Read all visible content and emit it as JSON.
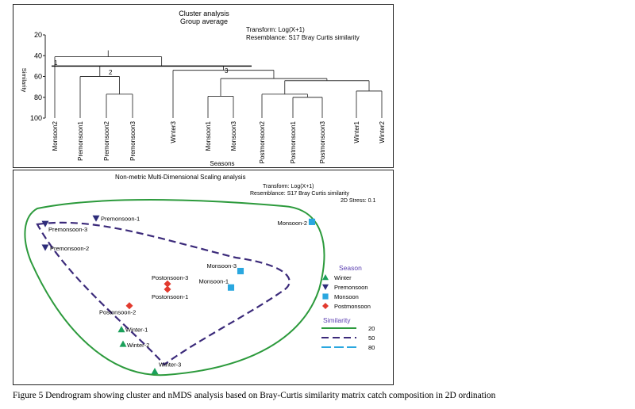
{
  "dendrogram": {
    "title": "Cluster analysis",
    "subtitle": "Group average",
    "transform": "Transform: Log(X+1)",
    "resemblance": "Resemblance: S17 Bray Curtis similarity",
    "ylabel": "Similarity",
    "xlabel": "Seasons",
    "yticks": [
      "20",
      "40",
      "60",
      "80",
      "100"
    ],
    "group_labels": [
      "1",
      "2",
      "3"
    ]
  },
  "nmds": {
    "title": "Non-metric Multi-Dimensional Scaling analysis",
    "transform": "Transform: Log(X+1)",
    "resemblance": "Resemblance: S17 Bray Curtis similarity",
    "stress": "2D Stress: 0.1",
    "legend_season_title": "Season",
    "legend_similarity_title": "Similarity"
  },
  "caption": "Figure 5 Dendrogram showing cluster and nMDS analysis based on Bray-Curtis similarity matrix catch composition in 2D ordination",
  "chart_data": [
    {
      "type": "dendrogram",
      "title": "Cluster analysis",
      "subtitle": "Group average",
      "xlabel": "Seasons",
      "ylabel": "Similarity",
      "ylim": [
        20,
        100
      ],
      "grid": false,
      "leaves": [
        "Monsoon2",
        "Premonsoon1",
        "Premonsoon2",
        "Premonsoon3",
        "Winter3",
        "Monsoon1",
        "Monsoon3",
        "Postmonsoon2",
        "Postmonsoon1",
        "Postmonsoon3",
        "Winter1",
        "Winter2"
      ],
      "merges": [
        {
          "left": "Premonsoon2",
          "right": "Premonsoon3",
          "similarity": 77
        },
        {
          "left": "Monsoon1",
          "right": "Monsoon3",
          "similarity": 79
        },
        {
          "left": "Postmonsoon1",
          "right": "Postmonsoon3",
          "similarity": 80
        },
        {
          "left": "Postmonsoon2",
          "right": "Postmonsoon1+Postmonsoon3",
          "similarity": 77
        },
        {
          "left": "Winter1",
          "right": "Winter2",
          "similarity": 74
        },
        {
          "left": "Postmonsoon group",
          "right": "Winter1+Winter2",
          "similarity": 64
        },
        {
          "left": "Monsoon1+Monsoon3",
          "right": "Postmonsoon+Winter group",
          "similarity": 62
        },
        {
          "left": "Premonsoon1",
          "right": "Premonsoon2+Premonsoon3",
          "similarity": 60
        },
        {
          "left": "Winter3",
          "right": "Monsoon+Postmonsoon+Winter group",
          "similarity": 54
        },
        {
          "left": "Premonsoon group",
          "right": "Group 3",
          "similarity": 50
        },
        {
          "left": "Monsoon2",
          "right": "all others",
          "similarity": 41
        }
      ]
    },
    {
      "type": "scatter",
      "title": "Non-metric Multi-Dimensional Scaling analysis",
      "stress": 0.1,
      "legend_position": "right",
      "points": [
        {
          "label": "Premonsoon-1",
          "season": "Premonsoon",
          "x": 0.205,
          "y": 0.89
        },
        {
          "label": "Premonsoon-3",
          "season": "Premonsoon",
          "x": 0.045,
          "y": 0.86
        },
        {
          "label": "Premonsoon-2",
          "season": "Premonsoon",
          "x": 0.045,
          "y": 0.73
        },
        {
          "label": "Monsoon-2",
          "season": "Monsoon",
          "x": 0.885,
          "y": 0.87
        },
        {
          "label": "Monsoon-3",
          "season": "Monsoon",
          "x": 0.66,
          "y": 0.6
        },
        {
          "label": "Monsoon-1",
          "season": "Monsoon",
          "x": 0.63,
          "y": 0.51
        },
        {
          "label": "Postonsoon-3",
          "season": "Postmonsoon",
          "x": 0.43,
          "y": 0.53
        },
        {
          "label": "Postonsoon-1",
          "season": "Postmonsoon",
          "x": 0.43,
          "y": 0.5
        },
        {
          "label": "Postonsoon-2",
          "season": "Postmonsoon",
          "x": 0.31,
          "y": 0.41
        },
        {
          "label": "Winter-1",
          "season": "Winter",
          "x": 0.285,
          "y": 0.28
        },
        {
          "label": "Winter-2",
          "season": "Winter",
          "x": 0.29,
          "y": 0.2
        },
        {
          "label": "Winter-3",
          "season": "Winter",
          "x": 0.39,
          "y": 0.05
        }
      ],
      "season_legend": [
        {
          "name": "Winter",
          "color": "#1aa05a",
          "marker": "triangle-up"
        },
        {
          "name": "Premonsoon",
          "color": "#2e2d7a",
          "marker": "triangle-down"
        },
        {
          "name": "Monsoon",
          "color": "#2aa7df",
          "marker": "square"
        },
        {
          "name": "Postmonsoon",
          "color": "#e23a2e",
          "marker": "diamond"
        }
      ],
      "similarity_legend": [
        {
          "label": "20",
          "color": "#2c9a3c",
          "style": "solid"
        },
        {
          "label": "50",
          "color": "#3b2a7a",
          "style": "dashed"
        },
        {
          "label": "80",
          "color": "#2aa7df",
          "style": "long-dashed"
        }
      ]
    }
  ]
}
